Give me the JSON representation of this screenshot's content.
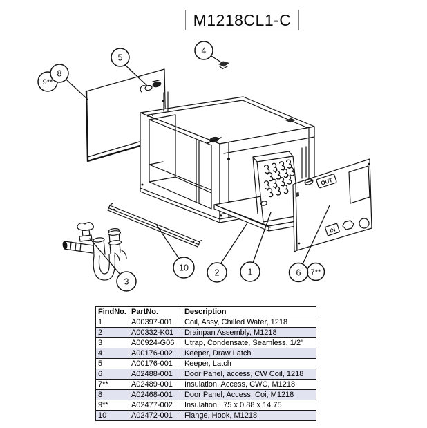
{
  "title": "M1218CL1-C",
  "diagram": {
    "out_label": "OUT",
    "in_label": "IN",
    "callouts": [
      {
        "id": "1",
        "label": "1"
      },
      {
        "id": "2",
        "label": "2"
      },
      {
        "id": "3",
        "label": "3"
      },
      {
        "id": "4",
        "label": "4"
      },
      {
        "id": "5",
        "label": "5"
      },
      {
        "id": "6",
        "label": "6"
      },
      {
        "id": "7",
        "label": "7**"
      },
      {
        "id": "8",
        "label": "8"
      },
      {
        "id": "9",
        "label": "9**"
      },
      {
        "id": "10",
        "label": "10"
      }
    ]
  },
  "table": {
    "headers": [
      "FindNo.",
      "PartNo.",
      "Description"
    ],
    "rows": [
      [
        "1",
        "A00397-001",
        "Coil, Assy, Chilled Water, 1218"
      ],
      [
        "2",
        "A00332-K01",
        "Drainpan Assembly, M1218"
      ],
      [
        "3",
        "A00924-G06",
        "Utrap, Condensate, Seamless, 1/2\""
      ],
      [
        "4",
        "A00176-002",
        "Keeper, Draw Latch"
      ],
      [
        "5",
        "A00176-001",
        "Keeper, Latch"
      ],
      [
        "6",
        "A02488-001",
        "Door Panel, access, CW Coil, 1218"
      ],
      [
        "7**",
        "A02489-001",
        "Insulation, Access, CWC, M1218"
      ],
      [
        "8",
        "A02468-001",
        "Door Panel, Access, Coi, M1218"
      ],
      [
        "9**",
        "A02477-002",
        "Insulation, .75 x 0.88 x 14.75"
      ],
      [
        "10",
        "A02472-001",
        "Flange, Hook, M1218"
      ]
    ]
  },
  "colors": {
    "line": "#141414",
    "row_shade": "#e2e3f1",
    "title_border": "#7f7f7f",
    "background": "#ffffff"
  }
}
